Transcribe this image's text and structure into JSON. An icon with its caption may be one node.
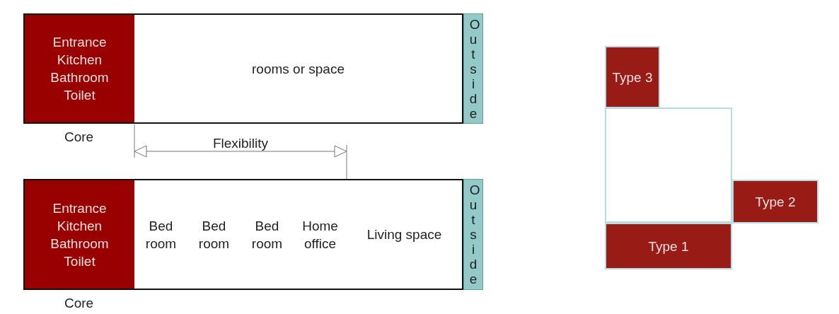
{
  "diagram": {
    "nodes": [
      {
        "text": [
          "Entrance Kitchen Bathroom Toilet"
        ],
        "beside": [
          "Core"
        ]
      },
      {
        "text": [
          "rooms or space"
        ]
      },
      {
        "text": [
          "Outside"
        ]
      },
      {
        "text": [
          "Entrance Kitchen Bathroom Toilet"
        ],
        "beside": [
          "Core"
        ]
      },
      {
        "text": [
          "Bed room"
        ]
      },
      {
        "text": [
          "Bed room"
        ]
      },
      {
        "text": [
          "Bed room"
        ]
      },
      {
        "text": [
          "Home office"
        ]
      },
      {
        "text": [
          "Living space"
        ]
      },
      {
        "text": [
          "Outside"
        ]
      },
      {
        "text": [
          "Type 3"
        ]
      },
      {
        "text": [],
        "shape": "box"
      },
      {
        "text": [
          "Type 2"
        ]
      },
      {
        "text": [
          "Type 1"
        ]
      }
    ],
    "edges": [],
    "labels": [
      "Flexibility"
    ]
  }
}
